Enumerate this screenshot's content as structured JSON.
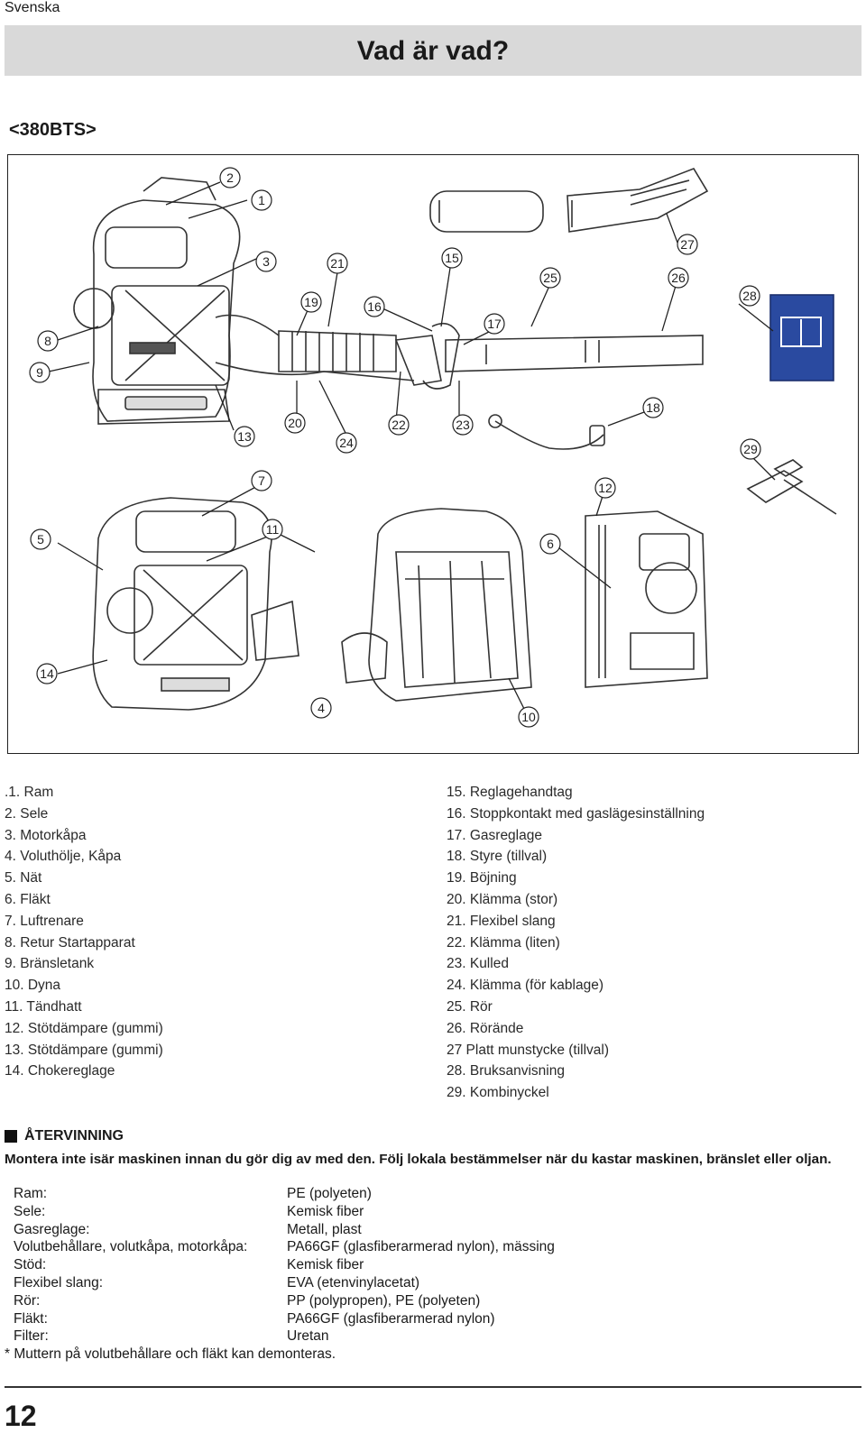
{
  "language": "Svenska",
  "title": "Vad är vad?",
  "model": "<380BTS>",
  "callouts": [
    "1",
    "2",
    "3",
    "4",
    "5",
    "6",
    "7",
    "8",
    "9",
    "10",
    "11",
    "12",
    "13",
    "14",
    "15",
    "16",
    "17",
    "18",
    "19",
    "20",
    "21",
    "22",
    "23",
    "24",
    "25",
    "26",
    "27",
    "28",
    "29"
  ],
  "parts_left": [
    ".1. Ram",
    "2. Sele",
    "3. Motorkåpa",
    "4. Voluthölje, Kåpa",
    "5. Nät",
    "6. Fläkt",
    "7. Luftrenare",
    "8. Retur Startapparat",
    "9. Bränsletank",
    "10. Dyna",
    "11. Tändhatt",
    "12. Stötdämpare (gummi)",
    "13. Stötdämpare (gummi)",
    "14. Chokereglage"
  ],
  "parts_right": [
    "15. Reglagehandtag",
    "16. Stoppkontakt med gaslägesinställning",
    "17. Gasreglage",
    "18. Styre (tillval)",
    "19. Böjning",
    "20. Klämma (stor)",
    "21. Flexibel slang",
    "22. Klämma (liten)",
    "23. Kulled",
    "24. Klämma (för kablage)",
    "25. Rör",
    "26. Rörände",
    "27 Platt munstycke (tillval)",
    "28. Bruksanvisning",
    "29. Kombinyckel"
  ],
  "recycling": {
    "heading": "ÅTERVINNING",
    "text": "Montera inte isär maskinen innan du gör dig av med den. Följ lokala bestämmelser när du kastar maskinen, bränslet eller oljan."
  },
  "materials": [
    {
      "label": "Ram:",
      "value": "PE (polyeten)"
    },
    {
      "label": "Sele:",
      "value": "Kemisk fiber"
    },
    {
      "label": "Gasreglage:",
      "value": "Metall, plast"
    },
    {
      "label": "Volutbehållare, volutkåpa, motorkåpa:",
      "value": "PA66GF (glasfiberarmerad nylon), mässing"
    },
    {
      "label": "Stöd:",
      "value": "Kemisk fiber"
    },
    {
      "label": "Flexibel slang:",
      "value": "EVA (etenvinylacetat)"
    },
    {
      "label": "Rör:",
      "value": "PP (polypropen), PE (polyeten)"
    },
    {
      "label": "Fläkt:",
      "value": "PA66GF (glasfiberarmerad nylon)"
    },
    {
      "label": "Filter:",
      "value": "Uretan"
    }
  ],
  "footnote": "* Muttern på volutbehållare och fläkt kan demonteras.",
  "page_number": "12",
  "colors": {
    "title_bar": "#d9d9d9",
    "manual_cover": "#2a4aa0"
  }
}
